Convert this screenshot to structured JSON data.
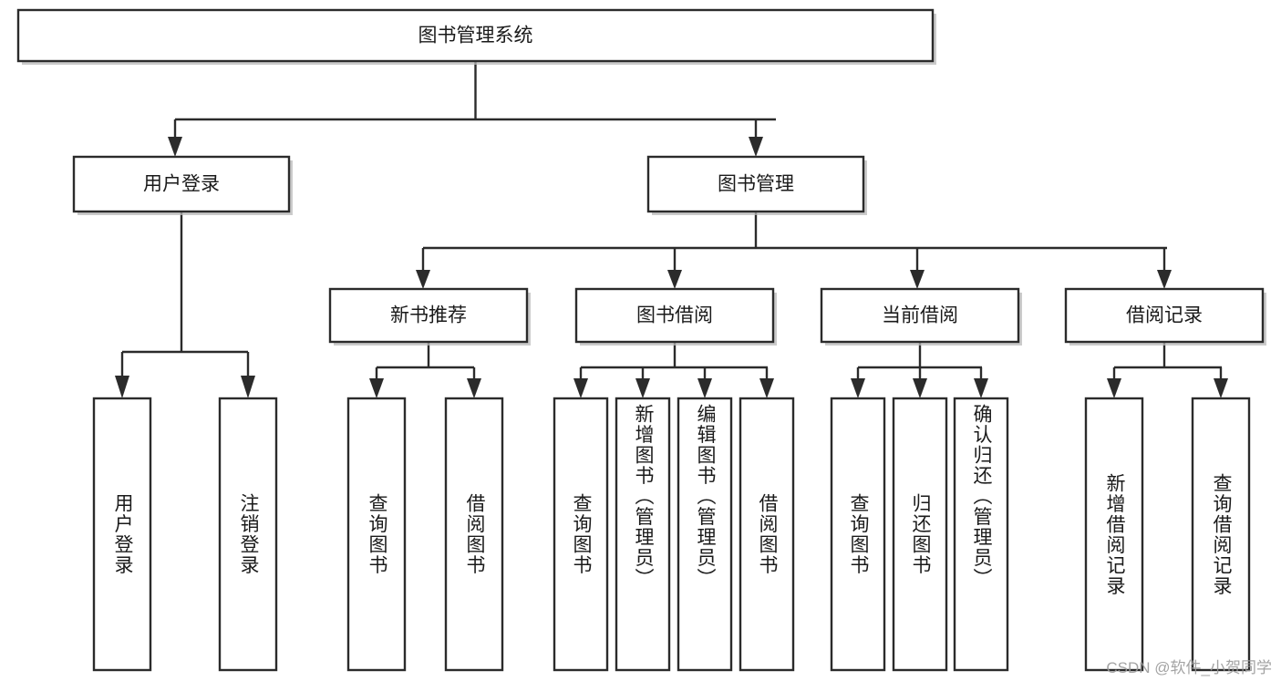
{
  "diagram": {
    "type": "tree-hierarchy",
    "title": "图书管理系统",
    "orientation": "top-down",
    "root": {
      "id": "root",
      "label": "图书管理系统"
    },
    "level2": [
      {
        "id": "user-login",
        "label": "用户登录"
      },
      {
        "id": "book-manage",
        "label": "图书管理"
      }
    ],
    "level3": [
      {
        "id": "new-book-rec",
        "label": "新书推荐",
        "parent": "book-manage"
      },
      {
        "id": "book-borrow",
        "label": "图书借阅",
        "parent": "book-manage"
      },
      {
        "id": "current-borrow",
        "label": "当前借阅",
        "parent": "book-manage"
      },
      {
        "id": "borrow-record",
        "label": "借阅记录",
        "parent": "book-manage"
      }
    ],
    "leaves": [
      {
        "id": "leaf-1",
        "label": "用户登录",
        "parent": "user-login"
      },
      {
        "id": "leaf-2",
        "label": "注销登录",
        "parent": "user-login"
      },
      {
        "id": "leaf-3",
        "label": "查询图书",
        "parent": "new-book-rec"
      },
      {
        "id": "leaf-4",
        "label": "借阅图书",
        "parent": "new-book-rec"
      },
      {
        "id": "leaf-5",
        "label": "查询图书",
        "parent": "book-borrow"
      },
      {
        "id": "leaf-6",
        "label": "新增图书（管理员）",
        "parent": "book-borrow"
      },
      {
        "id": "leaf-7",
        "label": "编辑图书（管理员）",
        "parent": "book-borrow"
      },
      {
        "id": "leaf-8",
        "label": "借阅图书",
        "parent": "book-borrow"
      },
      {
        "id": "leaf-9",
        "label": "查询图书",
        "parent": "current-borrow"
      },
      {
        "id": "leaf-10",
        "label": "归还图书",
        "parent": "current-borrow"
      },
      {
        "id": "leaf-11",
        "label": "确认归还（管理员）",
        "parent": "current-borrow"
      },
      {
        "id": "leaf-12",
        "label": "新增借阅记录",
        "parent": "borrow-record"
      },
      {
        "id": "leaf-13",
        "label": "查询借阅记录",
        "parent": "borrow-record"
      }
    ],
    "colors": {
      "box_stroke": "#2b2b2b",
      "box_fill": "#ffffff",
      "text": "#1a1a1a",
      "background": "#ffffff",
      "watermark": "#9a9a9a"
    }
  },
  "watermark": {
    "text": "CSDN @软件_小贺同学"
  }
}
